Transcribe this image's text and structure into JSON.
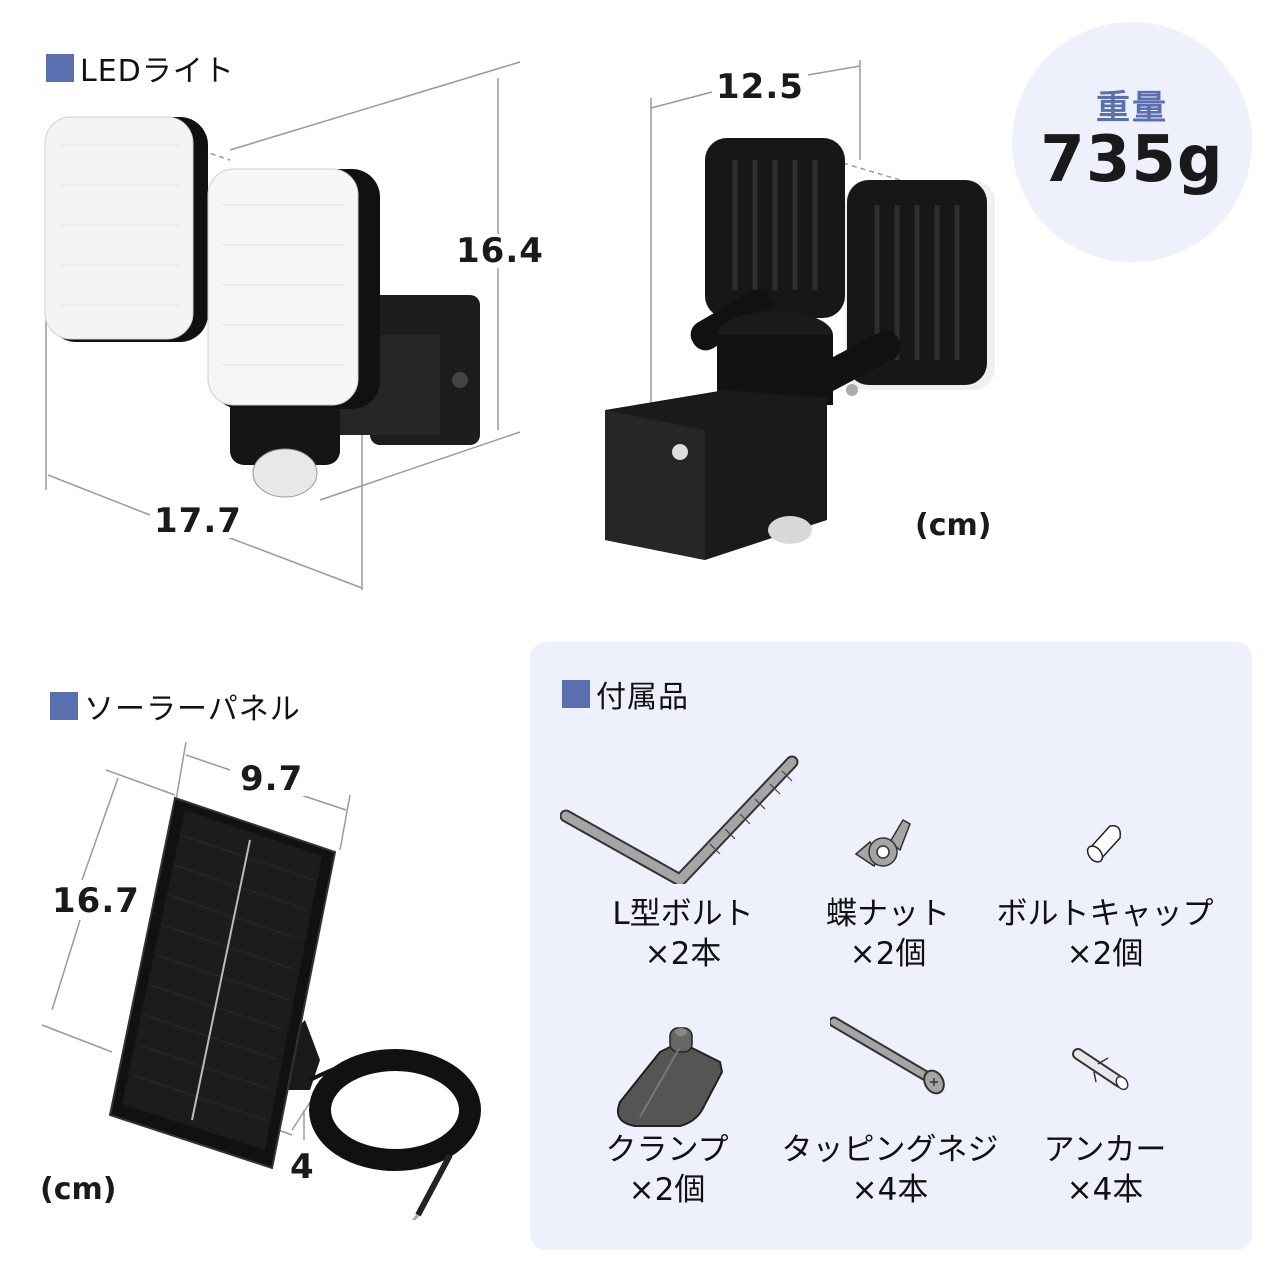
{
  "led_section": {
    "heading": "LEDライト",
    "dimensions": {
      "width": "17.7",
      "height": "16.4",
      "depth": "12.5"
    },
    "unit": "(cm)"
  },
  "weight": {
    "label": "重量",
    "value": "735g"
  },
  "solar_section": {
    "heading": "ソーラーパネル",
    "dimensions": {
      "width": "9.7",
      "height": "16.7",
      "depth": "4"
    },
    "unit": "(cm)"
  },
  "accessories": {
    "heading": "付属品",
    "items": [
      {
        "name": "L型ボルト",
        "qty": "×2本",
        "icon": "l-bolt-icon"
      },
      {
        "name": "蝶ナット",
        "qty": "×2個",
        "icon": "wing-nut-icon"
      },
      {
        "name": "ボルトキャップ",
        "qty": "×2個",
        "icon": "bolt-cap-icon"
      },
      {
        "name": "クランプ",
        "qty": "×2個",
        "icon": "clamp-icon"
      },
      {
        "name": "タッピングネジ",
        "qty": "×4本",
        "icon": "tapping-screw-icon"
      },
      {
        "name": "アンカー",
        "qty": "×4本",
        "icon": "anchor-icon"
      }
    ]
  },
  "colors": {
    "accent": "#5a6fb0",
    "panel_bg": "#eef1fc",
    "text": "#1a1a1a"
  }
}
